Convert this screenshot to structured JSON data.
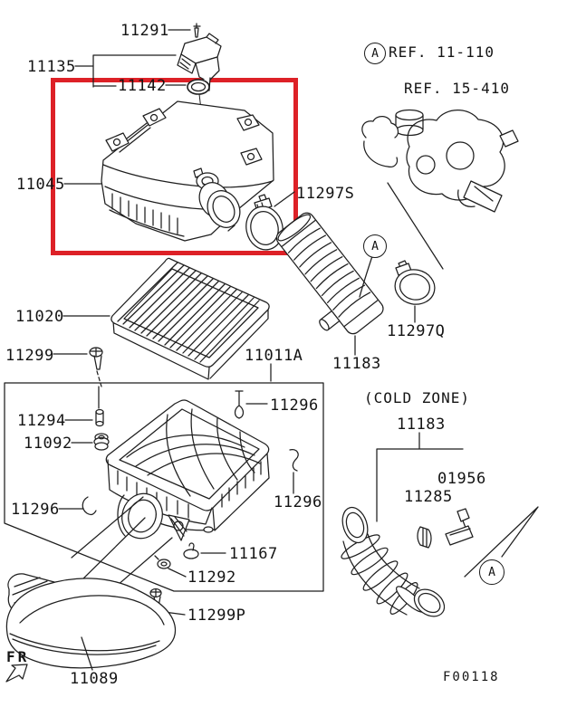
{
  "diagram": {
    "type": "parts-exploded-diagram",
    "figure_code": "F00118",
    "front_direction_label": "FR",
    "zone_note": "(COLD ZONE)",
    "highlight_color": "#dd2127",
    "references": [
      {
        "marker": "A",
        "label": "REF. 11-110"
      },
      {
        "label": "REF. 15-410"
      }
    ],
    "detail_markers": [
      "A",
      "A",
      "A"
    ],
    "callouts": [
      {
        "part_number": "11291"
      },
      {
        "part_number": "11135"
      },
      {
        "part_number": "11142"
      },
      {
        "part_number": "11045",
        "highlighted": true
      },
      {
        "part_number": "11297S"
      },
      {
        "part_number": "11020"
      },
      {
        "part_number": "11299"
      },
      {
        "part_number": "11011A"
      },
      {
        "part_number": "11294"
      },
      {
        "part_number": "11092"
      },
      {
        "part_number": "11296"
      },
      {
        "part_number": "11296"
      },
      {
        "part_number": "11296"
      },
      {
        "part_number": "11167"
      },
      {
        "part_number": "11292"
      },
      {
        "part_number": "11299P"
      },
      {
        "part_number": "11089"
      },
      {
        "part_number": "11183"
      },
      {
        "part_number": "11297Q"
      },
      {
        "part_number": "11183"
      },
      {
        "part_number": "01956"
      },
      {
        "part_number": "11285"
      }
    ]
  }
}
